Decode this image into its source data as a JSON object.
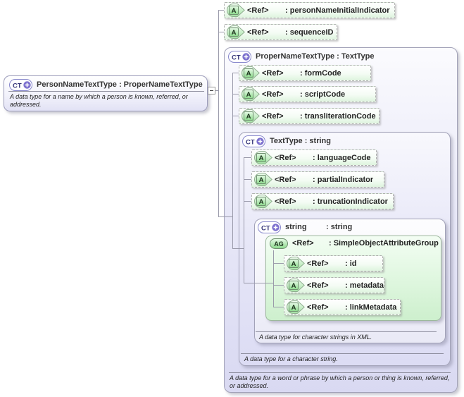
{
  "main_type": {
    "icon": "CT",
    "title": "PersonNameTextType : ProperNameTextType",
    "description": "A data type for a name by which a person is known, referred, or addressed."
  },
  "own_attributes": [
    {
      "icon": "A",
      "ref": "<Ref>",
      "name": ": personNameInitialIndicator"
    },
    {
      "icon": "A",
      "ref": "<Ref>",
      "name": ": sequenceID"
    }
  ],
  "proper_name_text_type": {
    "icon": "CT",
    "title": "ProperNameTextType : TextType",
    "attributes": [
      {
        "icon": "A",
        "ref": "<Ref>",
        "name": ": formCode"
      },
      {
        "icon": "A",
        "ref": "<Ref>",
        "name": ": scriptCode"
      },
      {
        "icon": "A",
        "ref": "<Ref>",
        "name": ": transliterationCode"
      }
    ],
    "description": "A data type for a word or phrase by which a person or thing is known, referred, or addressed."
  },
  "text_type": {
    "icon": "CT",
    "title": "TextType : string",
    "attributes": [
      {
        "icon": "A",
        "ref": "<Ref>",
        "name": ": languageCode"
      },
      {
        "icon": "A",
        "ref": "<Ref>",
        "name": ": partialIndicator"
      },
      {
        "icon": "A",
        "ref": "<Ref>",
        "name": ": truncationIndicator"
      }
    ],
    "description": "A data type for a character string."
  },
  "string_type": {
    "icon": "CT",
    "title_name": "string",
    "title_type": ": string",
    "description": "A data type for character strings in XML.",
    "attribute_group": {
      "icon": "AG",
      "ref": "<Ref>",
      "name": ": SimpleObjectAttributeGroup",
      "attributes": [
        {
          "icon": "A",
          "ref": "<Ref>",
          "name": ": id"
        },
        {
          "icon": "A",
          "ref": "<Ref>",
          "name": ": metadata"
        },
        {
          "icon": "A",
          "ref": "<Ref>",
          "name": ": linkMetadata"
        }
      ]
    }
  },
  "colors": {
    "attribute_green": "#a4e2a4",
    "complex_type_purple": "#7b6fce",
    "container_lavender": "#dcdcf4",
    "connector_line": "#9a9aaa"
  }
}
